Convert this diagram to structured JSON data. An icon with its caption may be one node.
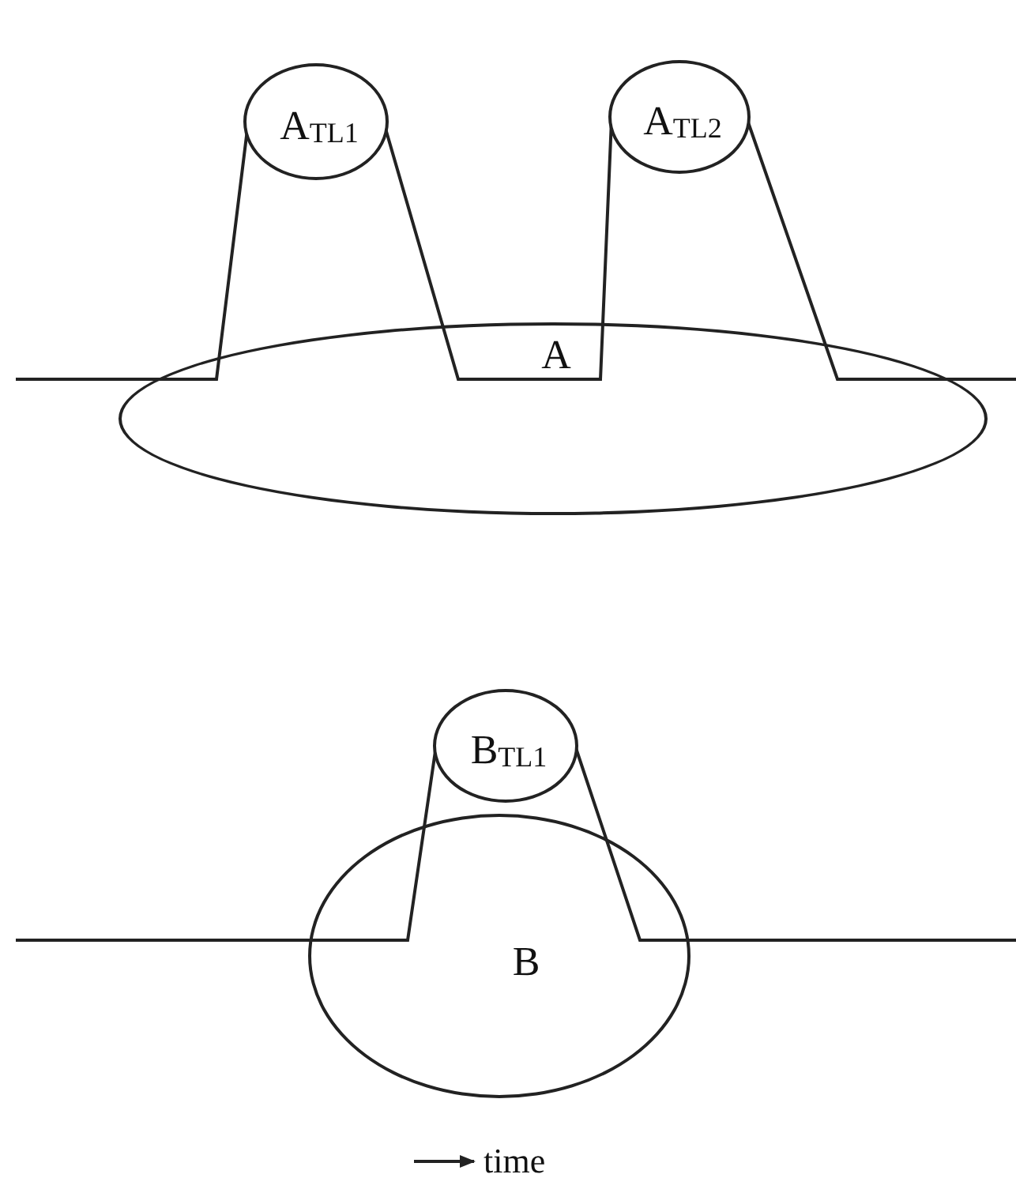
{
  "diagram": {
    "nodes": [
      {
        "text": [
          "A$_{TL1}$"
        ]
      },
      {
        "text": [
          "A$_{TL2}$"
        ]
      },
      {
        "text": [
          "A"
        ]
      },
      {
        "text": [
          "B$_{TL1}$"
        ]
      },
      {
        "text": [
          "B"
        ]
      }
    ],
    "edges": [],
    "labels": [
      "time"
    ]
  }
}
